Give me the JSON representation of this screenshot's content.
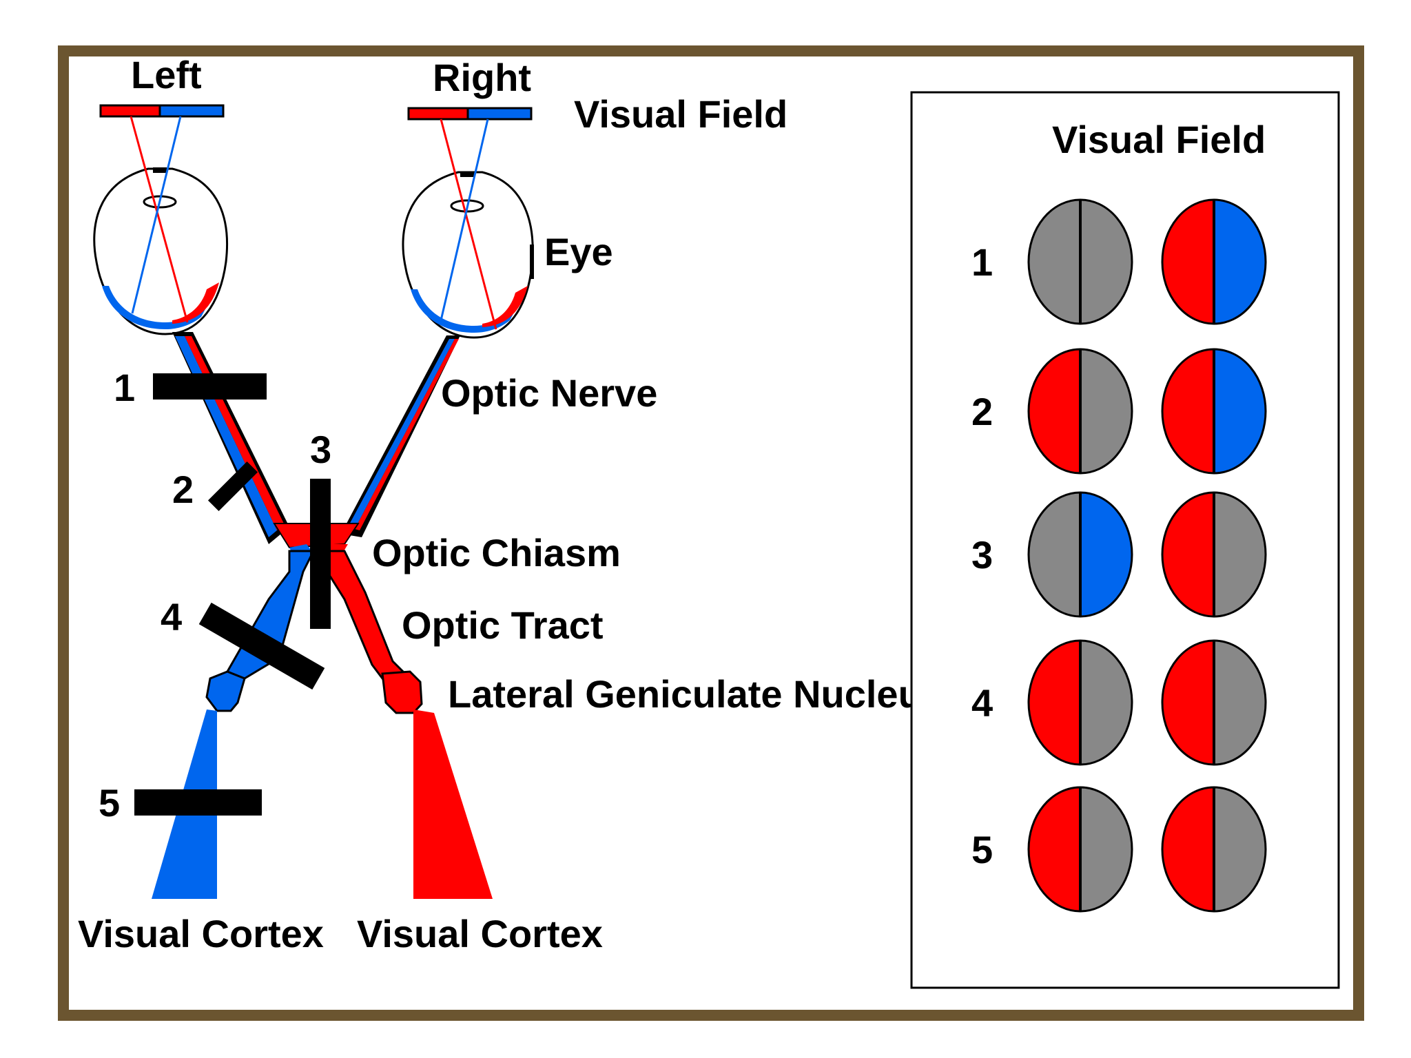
{
  "labels": {
    "left": "Left",
    "right": "Right",
    "visual_field": "Visual Field",
    "eye": "Eye",
    "optic_nerve": "Optic Nerve",
    "optic_chiasm": "Optic Chiasm",
    "optic_tract": "Optic Tract",
    "lgn": "Lateral Geniculate Nucleus",
    "visual_cortex_left": "Visual Cortex",
    "visual_cortex_right": "Visual Cortex"
  },
  "lesion_markers": [
    "1",
    "2",
    "3",
    "4",
    "5"
  ],
  "panel": {
    "title": "Visual Field",
    "rows": [
      {
        "label": "1",
        "left_eye": [
          "gray",
          "gray"
        ],
        "right_eye": [
          "red",
          "blue"
        ]
      },
      {
        "label": "2",
        "left_eye": [
          "red",
          "gray"
        ],
        "right_eye": [
          "red",
          "blue"
        ]
      },
      {
        "label": "3",
        "left_eye": [
          "gray",
          "blue"
        ],
        "right_eye": [
          "red",
          "gray"
        ]
      },
      {
        "label": "4",
        "left_eye": [
          "red",
          "gray"
        ],
        "right_eye": [
          "red",
          "gray"
        ]
      },
      {
        "label": "5",
        "left_eye": [
          "red",
          "gray"
        ],
        "right_eye": [
          "red",
          "gray"
        ]
      }
    ]
  },
  "colors": {
    "red": "#ff0000",
    "blue": "#0066ee",
    "gray": "#888888",
    "frame": "#6b5530"
  }
}
